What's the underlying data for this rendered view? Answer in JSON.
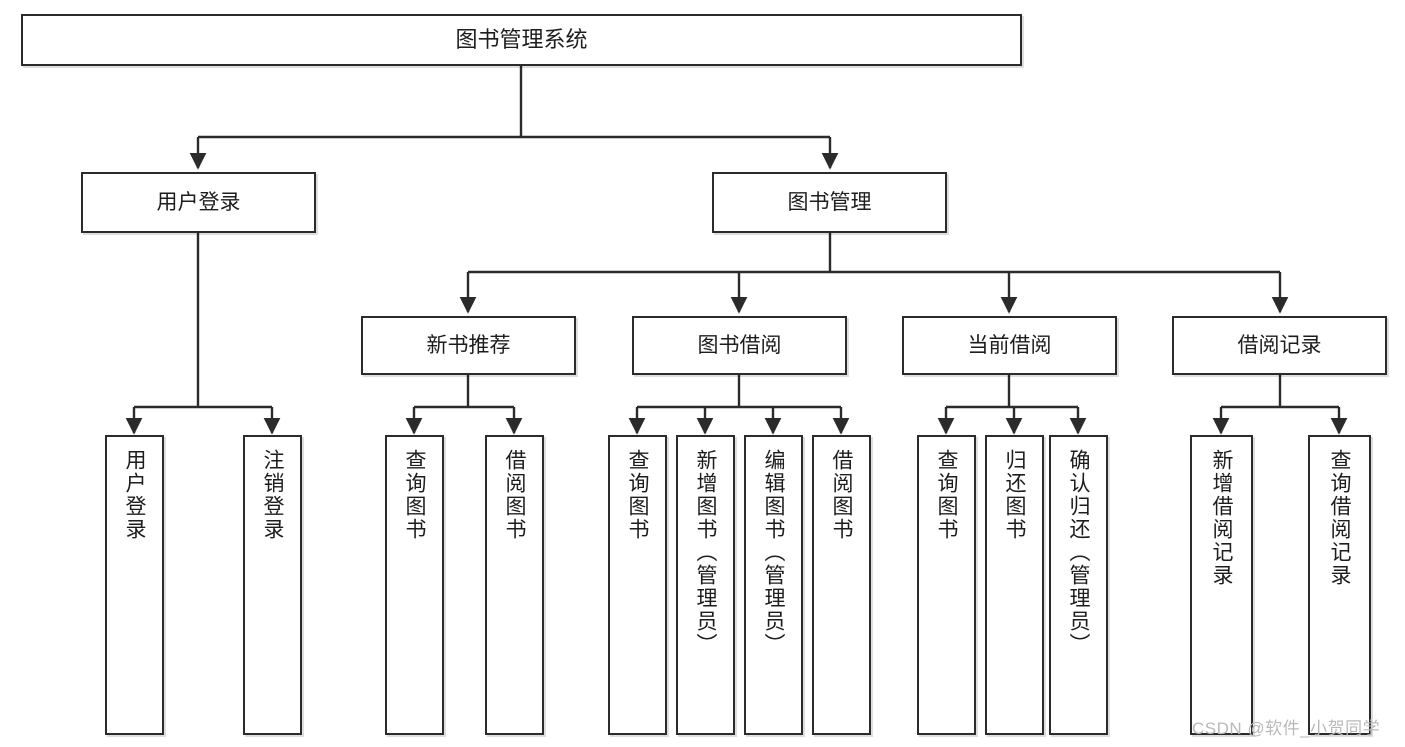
{
  "diagram": {
    "title": "图书管理系统",
    "type": "hierarchy-tree",
    "watermark": "CSDN @软件_小贺同学",
    "colors": {
      "border": "#2b2b2b",
      "background": "#ffffff",
      "text": "#1d1d1d",
      "edge": "#2b2b2b",
      "watermark": "#b9b9b9"
    },
    "nodes": {
      "root": {
        "label": "图书管理系统",
        "level": 1,
        "orientation": "horizontal"
      },
      "user_login": {
        "label": "用户登录",
        "level": 2,
        "orientation": "horizontal"
      },
      "book_manage": {
        "label": "图书管理",
        "level": 2,
        "orientation": "horizontal"
      },
      "new_book_rec": {
        "label": "新书推荐",
        "level": 3,
        "orientation": "horizontal"
      },
      "book_borrow": {
        "label": "图书借阅",
        "level": 3,
        "orientation": "horizontal"
      },
      "current_borrow": {
        "label": "当前借阅",
        "level": 3,
        "orientation": "horizontal"
      },
      "borrow_record": {
        "label": "借阅记录",
        "level": 3,
        "orientation": "horizontal"
      },
      "leaf_user_login": {
        "label": "用户登录",
        "level": 4,
        "orientation": "vertical"
      },
      "leaf_logout": {
        "label": "注销登录",
        "level": 4,
        "orientation": "vertical"
      },
      "leaf_query_book_1": {
        "label": "查询图书",
        "level": 4,
        "orientation": "vertical"
      },
      "leaf_borrow_book_1": {
        "label": "借阅图书",
        "level": 4,
        "orientation": "vertical"
      },
      "leaf_query_book_2": {
        "label": "查询图书",
        "level": 4,
        "orientation": "vertical"
      },
      "leaf_add_book": {
        "label": "新增图书（管理员）",
        "level": 4,
        "orientation": "vertical"
      },
      "leaf_edit_book": {
        "label": "编辑图书（管理员）",
        "level": 4,
        "orientation": "vertical"
      },
      "leaf_borrow_book_2": {
        "label": "借阅图书",
        "level": 4,
        "orientation": "vertical"
      },
      "leaf_query_book_3": {
        "label": "查询图书",
        "level": 4,
        "orientation": "vertical"
      },
      "leaf_return_book": {
        "label": "归还图书",
        "level": 4,
        "orientation": "vertical"
      },
      "leaf_confirm_return": {
        "label": "确认归还（管理员）",
        "level": 4,
        "orientation": "vertical"
      },
      "leaf_add_record": {
        "label": "新增借阅记录",
        "level": 4,
        "orientation": "vertical"
      },
      "leaf_query_record": {
        "label": "查询借阅记录",
        "level": 4,
        "orientation": "vertical"
      }
    },
    "edges": [
      {
        "from": "root",
        "to": "user_login"
      },
      {
        "from": "root",
        "to": "book_manage"
      },
      {
        "from": "user_login",
        "to": "leaf_user_login"
      },
      {
        "from": "user_login",
        "to": "leaf_logout"
      },
      {
        "from": "book_manage",
        "to": "new_book_rec"
      },
      {
        "from": "book_manage",
        "to": "book_borrow"
      },
      {
        "from": "book_manage",
        "to": "current_borrow"
      },
      {
        "from": "book_manage",
        "to": "borrow_record"
      },
      {
        "from": "new_book_rec",
        "to": "leaf_query_book_1"
      },
      {
        "from": "new_book_rec",
        "to": "leaf_borrow_book_1"
      },
      {
        "from": "book_borrow",
        "to": "leaf_query_book_2"
      },
      {
        "from": "book_borrow",
        "to": "leaf_add_book"
      },
      {
        "from": "book_borrow",
        "to": "leaf_edit_book"
      },
      {
        "from": "book_borrow",
        "to": "leaf_borrow_book_2"
      },
      {
        "from": "current_borrow",
        "to": "leaf_query_book_3"
      },
      {
        "from": "current_borrow",
        "to": "leaf_return_book"
      },
      {
        "from": "current_borrow",
        "to": "leaf_confirm_return"
      },
      {
        "from": "borrow_record",
        "to": "leaf_add_record"
      },
      {
        "from": "borrow_record",
        "to": "leaf_query_record"
      }
    ]
  }
}
